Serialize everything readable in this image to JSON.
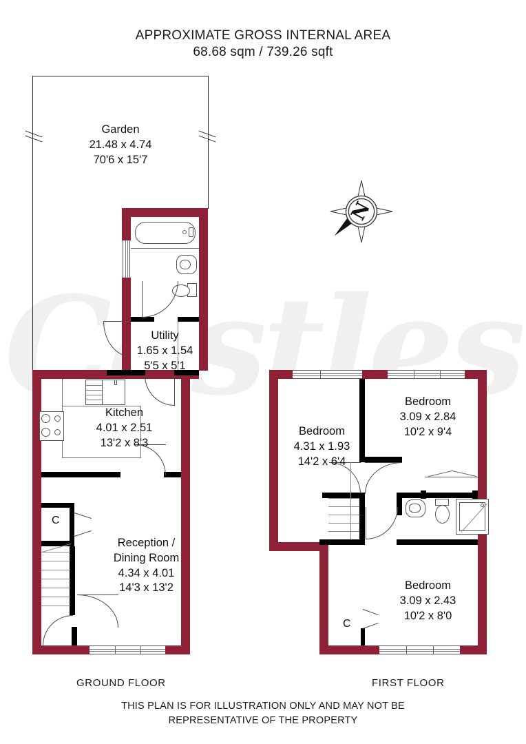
{
  "header": {
    "title_line1": "APPROXIMATE GROSS INTERNAL AREA",
    "title_line2": "68.68 sqm / 739.26 sqft"
  },
  "footer": {
    "ground_floor_label": "GROUND FLOOR",
    "first_floor_label": "FIRST FLOOR",
    "disclaimer_line1": "THIS PLAN IS FOR ILLUSTRATION ONLY AND MAY NOT BE",
    "disclaimer_line2": "REPRESENTATIVE OF THE PROPERTY"
  },
  "watermark": {
    "text": "Castles"
  },
  "compass": {
    "letter": "N",
    "label": "north-compass"
  },
  "colors": {
    "wall_red": "#8e2135",
    "wall_black": "#000000",
    "text": "#111111",
    "background": "#ffffff",
    "watermark": "#f0f0f0",
    "fixture_stroke": "#555555"
  },
  "ground_floor": {
    "label": "GROUND FLOOR",
    "rooms": [
      {
        "key": "garden",
        "name": "Garden",
        "metric": "21.48 x 4.74",
        "imperial": "70'6 x 15'7"
      },
      {
        "key": "utility",
        "name": "Utility",
        "metric": "1.65 x 1.54",
        "imperial": "5'5 x 5'1"
      },
      {
        "key": "kitchen",
        "name": "Kitchen",
        "metric": "4.01 x 2.51",
        "imperial": "13'2 x 8'3"
      },
      {
        "key": "reception",
        "name": "Reception /",
        "name2": "Dining Room",
        "metric": "4.34 x 4.01",
        "imperial": "14'3 x 13'2"
      }
    ],
    "cupboards": [
      {
        "key": "gf-cupboard",
        "label": "C"
      }
    ],
    "fixtures": [
      "bathtub",
      "wash-basin",
      "toilet",
      "kitchen-sink",
      "hob",
      "staircase"
    ]
  },
  "first_floor": {
    "label": "FIRST FLOOR",
    "rooms": [
      {
        "key": "bedroom-left",
        "name": "Bedroom",
        "metric": "4.31 x 1.93",
        "imperial": "14'2 x 6'4"
      },
      {
        "key": "bedroom-top-right",
        "name": "Bedroom",
        "metric": "3.09 x 2.84",
        "imperial": "10'2 x 9'4"
      },
      {
        "key": "bedroom-bottom-right",
        "name": "Bedroom",
        "metric": "3.09 x 2.43",
        "imperial": "10'2 x 8'0"
      }
    ],
    "cupboards": [
      {
        "key": "ff-cupboard",
        "label": "C"
      }
    ],
    "fixtures": [
      "wash-basin",
      "toilet",
      "shower",
      "staircase",
      "wardrobe"
    ]
  }
}
